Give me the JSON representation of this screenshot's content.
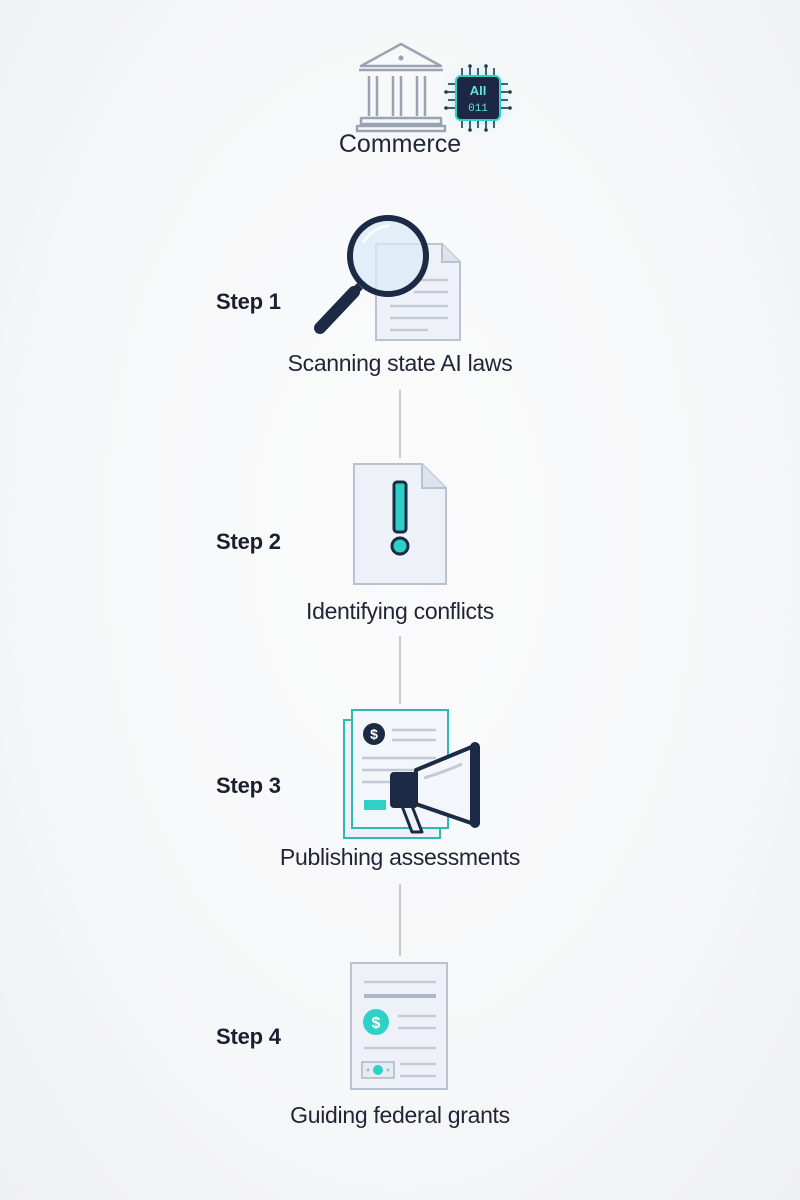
{
  "header": {
    "label": "Commerce",
    "chip_text_top": "AII",
    "chip_text_bottom": "011"
  },
  "steps": [
    {
      "label": "Step 1",
      "caption": "Scanning state AI laws"
    },
    {
      "label": "Step 2",
      "caption": "Identifying conflicts"
    },
    {
      "label": "Step 3",
      "caption": "Publishing assessments"
    },
    {
      "label": "Step 4",
      "caption": "Guiding federal grants"
    }
  ],
  "icons": {
    "header_main": "government-building-icon",
    "header_badge": "ai-chip-icon",
    "step1": "magnifying-glass-document-icon",
    "step2": "document-alert-icon",
    "step3": "megaphone-documents-icon",
    "step4": "grant-document-icon"
  },
  "colors": {
    "accent": "#2fd1c6",
    "navy": "#1c2a45",
    "line": "#c6cad1",
    "paper": "#eef2f8",
    "paper_stroke": "#b9c2d0"
  }
}
